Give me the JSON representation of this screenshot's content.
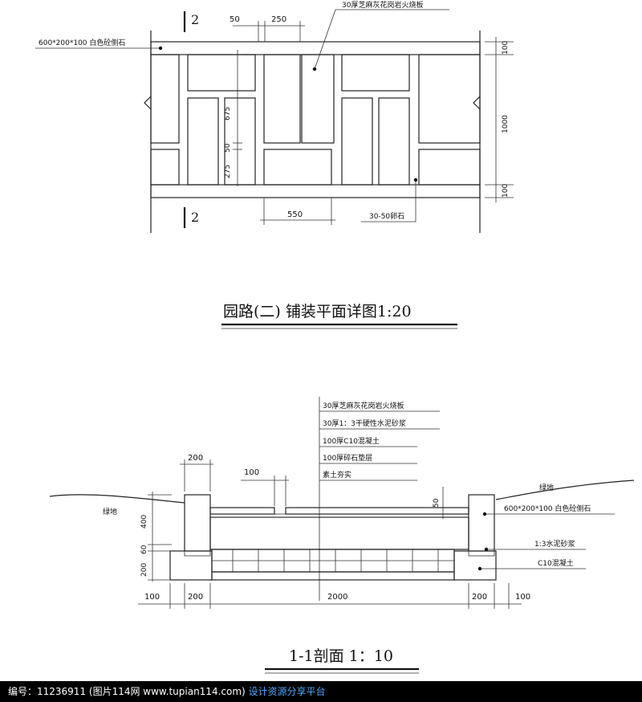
{
  "plan": {
    "section_mark_top": "2",
    "section_mark_bottom": "2",
    "dim_50": "50",
    "dim_250": "250",
    "label_top_slab": "30厚芝麻灰花岗岩火烧板",
    "label_curb": "600*200*100  白色砼侧石",
    "dim_675": "675",
    "dim_50_vert": "50",
    "dim_275": "275",
    "dim_100_top": "100",
    "dim_1000": "1000",
    "dim_100_bottom": "100",
    "dim_550": "550",
    "label_pebble": "30-50卵石",
    "title": "园路(二) 铺装平面详图1:20"
  },
  "section": {
    "layers": [
      "30厚芝麻灰花岗岩火烧板",
      "30厚1：3干硬性水泥砂浆",
      "100厚C10混凝土",
      "100厚碎石垫层",
      "素土夯实"
    ],
    "dim_200_top": "200",
    "dim_100_gap": "100",
    "dim_50": "50",
    "label_green_left": "绿地",
    "label_green_right": "绿地",
    "label_curb": "600*200*100  白色砼侧石",
    "label_mortar": "1:3水泥砂浆",
    "label_concrete": "C10混凝土",
    "dim_400": "400",
    "dim_60": "60",
    "dim_200_vert": "200",
    "bottom_dims": [
      "100",
      "200",
      "2000",
      "200",
      "100"
    ],
    "title": "1-1剖面   1：10"
  },
  "footer": {
    "text": "编号：11236911 (图片114网 www.tupian114.com)",
    "tagline": " 设计资源分享平台"
  }
}
